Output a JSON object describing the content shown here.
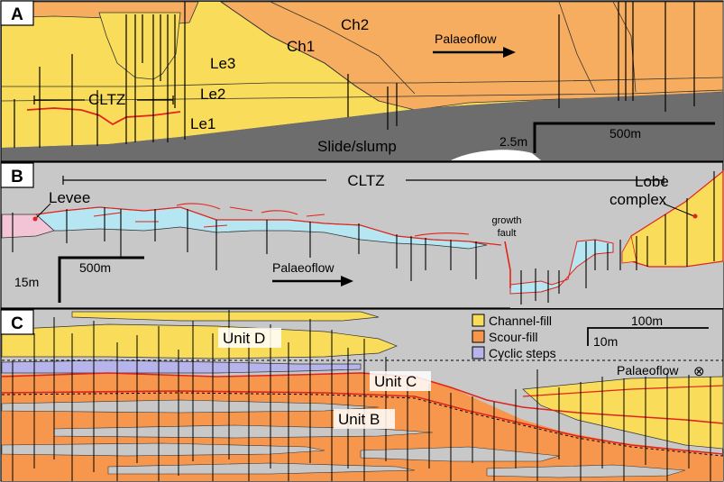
{
  "panels": {
    "a": {
      "letter": "A",
      "units": [
        "Ch2",
        "Ch1",
        "Le3",
        "Le2",
        "Le1"
      ],
      "cltz": "CLTZ",
      "palaeoflow": "Palaeoflow",
      "slide": "Slide/slump",
      "vscale": "2.5m",
      "hscale": "500m"
    },
    "b": {
      "letter": "B",
      "cltz": "CLTZ",
      "levee": "Levee",
      "lobe_line1": "Lobe",
      "lobe_line2": "complex",
      "growth_line1": "growth",
      "growth_line2": "fault",
      "hscale": "500m",
      "vscale": "15m",
      "palaeoflow": "Palaeoflow"
    },
    "c": {
      "letter": "C",
      "units": [
        "Unit D",
        "Unit C",
        "Unit B"
      ],
      "legend": [
        {
          "label": "Channel-fill",
          "color": "#f8dc5a"
        },
        {
          "label": "Scour-fill",
          "color": "#f7974d"
        },
        {
          "label": "Cyclic steps",
          "color": "#b6b4ea"
        }
      ],
      "hscale": "100m",
      "vscale": "10m",
      "palaeoflow": "Palaeoflow",
      "palaeoflow_symbol": "⊗"
    }
  },
  "colors": {
    "channel_fill": "#f8dc5a",
    "scour_fill": "#f7974d",
    "channel_orange": "#f6ad60",
    "slide": "#6d6d6d",
    "background": "#c8c8c8",
    "levee_pink": "#f3c3d6",
    "cyan": "#b7e6f3",
    "cyclic": "#b6b4ea",
    "red": "#e2231a"
  }
}
